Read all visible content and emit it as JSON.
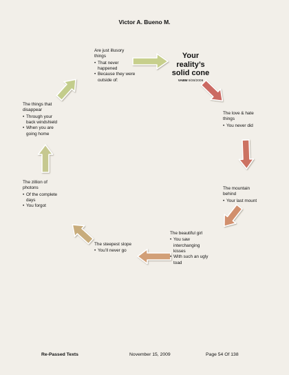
{
  "header": {
    "author": "Victor A. Bueno M."
  },
  "title": {
    "lines": [
      "Your",
      "reality’s",
      "solid cone"
    ],
    "sig_initials": "VABM",
    "sig_date": "9/28/2009"
  },
  "nodes": {
    "illusory": {
      "head": "Are just illusory things",
      "items": [
        "That never happened",
        "Because they were outside of:"
      ]
    },
    "love": {
      "head": "The love & hate things",
      "items": [
        "You never did"
      ]
    },
    "mountain": {
      "head": "The mountain behind",
      "items": [
        "Your last mount"
      ]
    },
    "girl": {
      "head": "The beautiful girl",
      "items": [
        "You saw interchanging kisses",
        "With such an ugly toad"
      ]
    },
    "slope": {
      "head": "The steepest slope",
      "items": [
        "You’ll never go"
      ]
    },
    "photons": {
      "head": "The zillion of photons",
      "items": [
        "Of the complete days",
        "You forgot"
      ]
    },
    "disappear": {
      "head": "The things that disappear",
      "items": [
        "Through your back windshield",
        "When you are going home"
      ]
    }
  },
  "footer": {
    "left": "Re-Passed Texts",
    "center": "November 15, 2009",
    "right": "Page 54  Of 138"
  },
  "colors": {
    "arrow_green": "#c8cf8f",
    "arrow_red": "#cc6e66",
    "arrow_orange": "#d1916b",
    "arrow_tan": "#c9ab7b",
    "arrow_olive": "#c8c98e"
  }
}
